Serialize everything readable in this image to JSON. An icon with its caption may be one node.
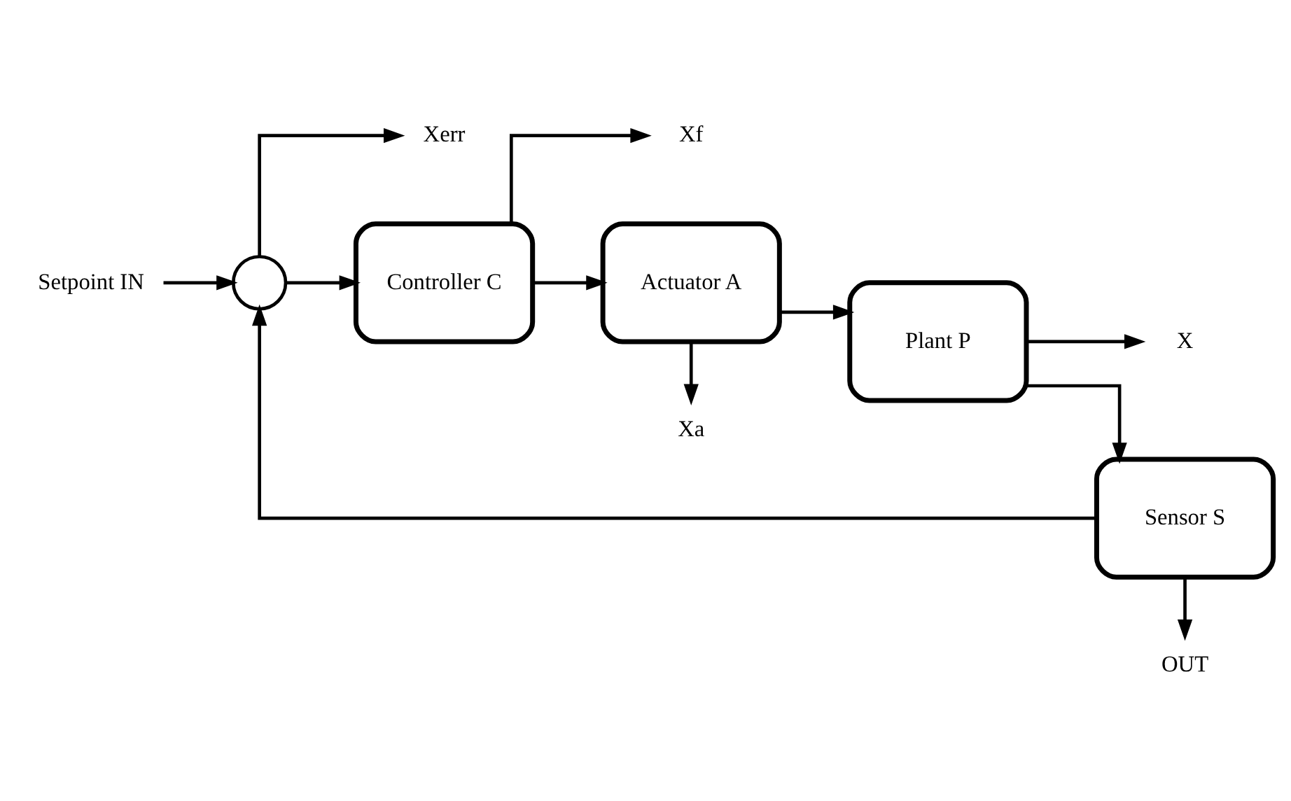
{
  "diagram": {
    "nodes": [
      {
        "text": [
          "Setpoint IN"
        ]
      },
      {
        "text": [],
        "shape": "circle"
      },
      {
        "text": [
          "Xerr"
        ]
      },
      {
        "text": [
          "Controller C"
        ]
      },
      {
        "text": [
          "Xf"
        ]
      },
      {
        "text": [
          "Actuator A"
        ]
      },
      {
        "text": [
          "Plant P"
        ]
      },
      {
        "text": [
          "Xa"
        ]
      },
      {
        "text": [
          "Sensor S"
        ]
      },
      {
        "text": [
          "X"
        ]
      },
      {
        "text": [
          "OUT"
        ]
      }
    ],
    "edges": [
      {
        "from": 0,
        "to": 1,
        "arrow": "to"
      },
      {
        "from": 1,
        "to": 3,
        "arrow": "to"
      },
      {
        "from": 1,
        "to": 2,
        "arrow": "to"
      },
      {
        "from": 3,
        "to": 5,
        "arrow": "to"
      },
      {
        "from": 3,
        "to": 4,
        "arrow": "to"
      },
      {
        "from": 5,
        "to": 6,
        "arrow": "to"
      },
      {
        "from": 5,
        "to": 7,
        "arrow": "to"
      },
      {
        "from": 6,
        "to": 8,
        "arrow": "to"
      },
      {
        "from": 6,
        "to": 9,
        "arrow": "to"
      },
      {
        "from": 8,
        "to": 1,
        "arrow": "to"
      },
      {
        "from": 8,
        "to": 10,
        "arrow": "to"
      }
    ]
  }
}
